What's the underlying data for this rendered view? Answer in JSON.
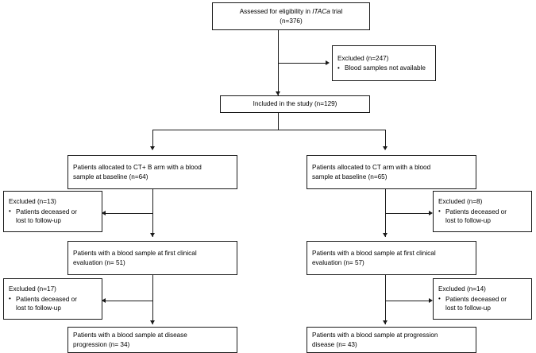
{
  "diagram": {
    "type": "flowchart",
    "title": "CONSORT-style participant flow diagram",
    "line_color": "#1a1a1a",
    "background": "#ffffff",
    "nodes": {
      "assessed": {
        "line1_pre": "Assessed for eligibility in ",
        "line1_italic": "ITACa",
        "line1_post": " trial",
        "line2": "(n=376)"
      },
      "excluded_top": {
        "heading": "Excluded  (n=247)",
        "bullet1": "Blood samples not available"
      },
      "included": {
        "line1": "Included in the study (n=129)"
      },
      "alloc_left": {
        "line1": "Patients allocated to CT+ B arm with a blood",
        "line2": "sample at baseline (n=64)"
      },
      "alloc_right": {
        "line1": "Patients allocated to CT arm with a blood",
        "line2": "sample at baseline (n=65)"
      },
      "excluded_left_1": {
        "heading": "Excluded  (n=13)",
        "bullet1": "Patients deceased or",
        "bullet1_cont": "lost to follow-up"
      },
      "excluded_right_1": {
        "heading": "Excluded  (n=8)",
        "bullet1": "Patients deceased or",
        "bullet1_cont": "lost to follow-up"
      },
      "eval_left": {
        "line1": "Patients with a blood sample at first clinical",
        "line2": "evaluation (n= 51)"
      },
      "eval_right": {
        "line1": "Patients with a blood sample at first clinical",
        "line2": "evaluation (n= 57)"
      },
      "excluded_left_2": {
        "heading": "Excluded  (n=17)",
        "bullet1": "Patients deceased or",
        "bullet1_cont": "lost to follow-up"
      },
      "excluded_right_2": {
        "heading": "Excluded  (n=14)",
        "bullet1": "Patients deceased or",
        "bullet1_cont": "lost to follow-up"
      },
      "progression_left": {
        "line1": "Patients with a blood sample at disease",
        "line2": "progression (n= 34)"
      },
      "progression_right": {
        "line1": "Patients with a blood sample at progression",
        "line2": "disease (n= 43)"
      }
    }
  }
}
